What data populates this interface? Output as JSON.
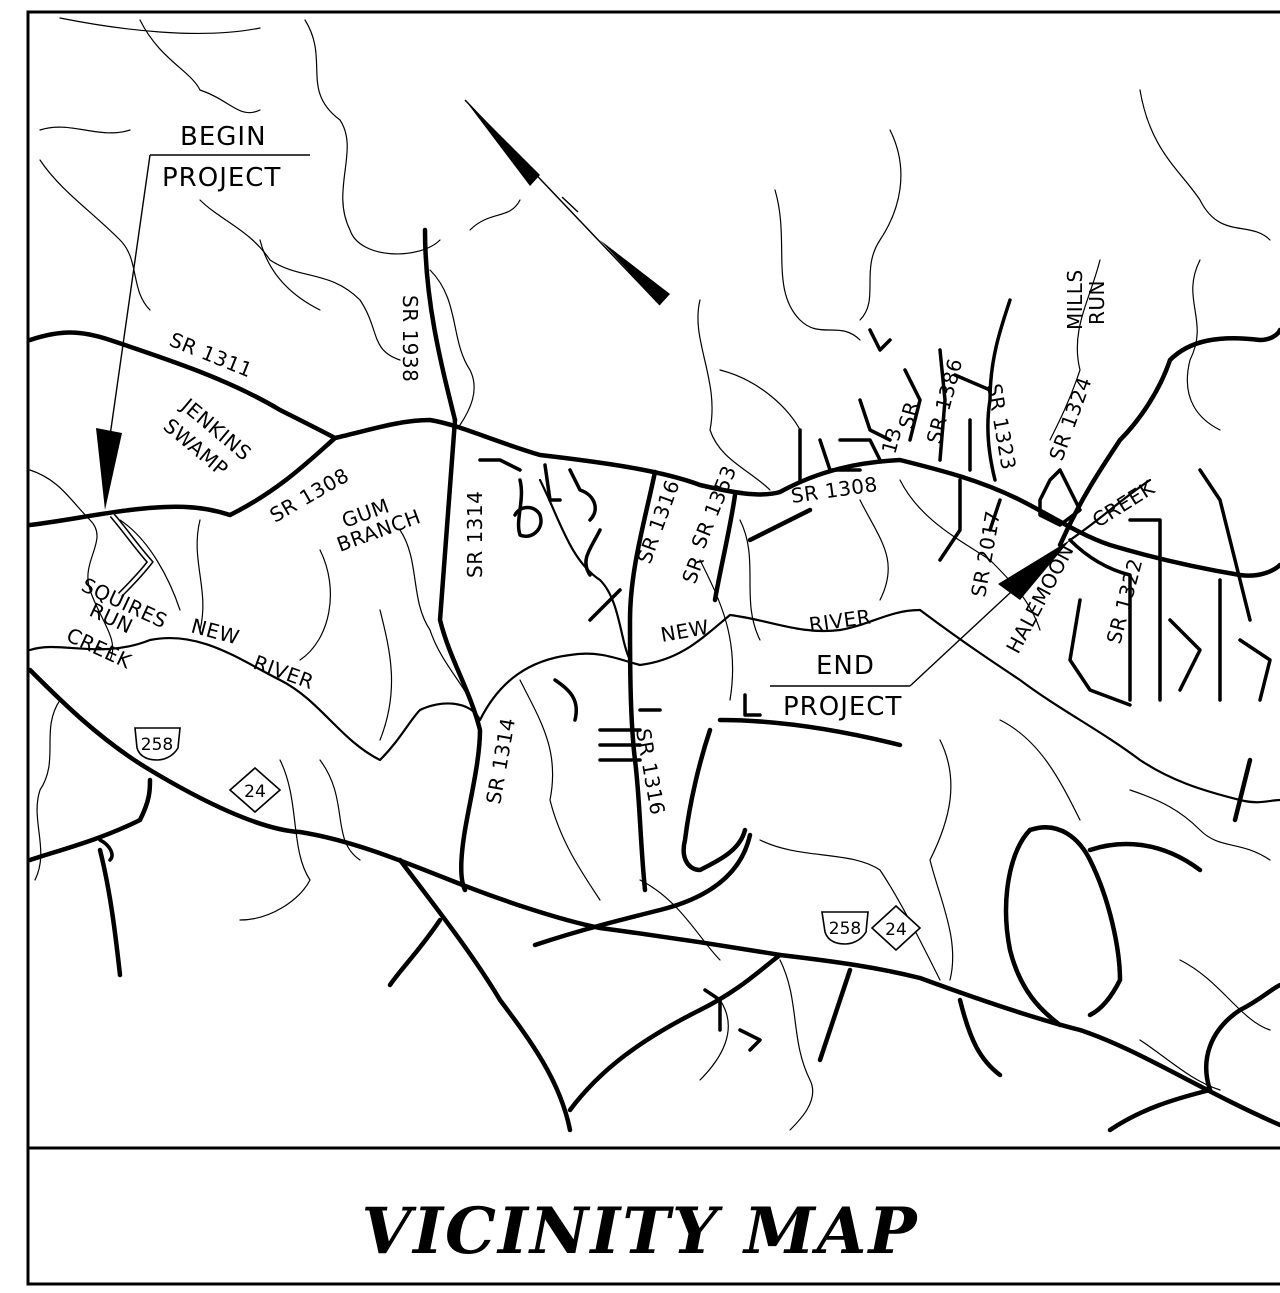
{
  "title": "VICINITY MAP",
  "callouts": {
    "begin_line1": "BEGIN",
    "begin_line2": "PROJECT",
    "end_line1": "END",
    "end_line2": "PROJECT"
  },
  "road_labels": {
    "sr1311": "SR 1311",
    "sr1308_west": "SR 1308",
    "sr1308_east": "SR 1308",
    "sr1938": "SR 1938",
    "sr1314_north": "SR 1314",
    "sr1314_south": "SR 1314",
    "sr1316_north": "SR 1316",
    "sr1316_south": "SR 1316",
    "sr1353": "SR 1353",
    "sr1353_prefix": "SR",
    "sr1386": "SR 1386",
    "sr1323": "SR 1323",
    "sr1324": "SR 1324",
    "sr2017": "SR 2017",
    "sr1322": "SR 1322",
    "sr_fragment": "SR",
    "sr13_fragment": "13",
    "halemoon": "HALEMOON"
  },
  "water_labels": {
    "jenkins": "JENKINS",
    "swamp": "SWAMP",
    "gum": "GUM",
    "branch": "BRANCH",
    "squires": "SQUIRES",
    "run": "RUN",
    "creek": "CREEK",
    "new_west": "NEW",
    "river_west": "RIVER",
    "new_mid": "NEW",
    "river_mid": "RIVER",
    "mills": "MILLS",
    "mills_run": "RUN",
    "creek_east": "CREEK"
  },
  "route_shields": {
    "us258_west": "258",
    "nc24_west": "24",
    "us258_east": "258",
    "nc24_east": "24"
  }
}
